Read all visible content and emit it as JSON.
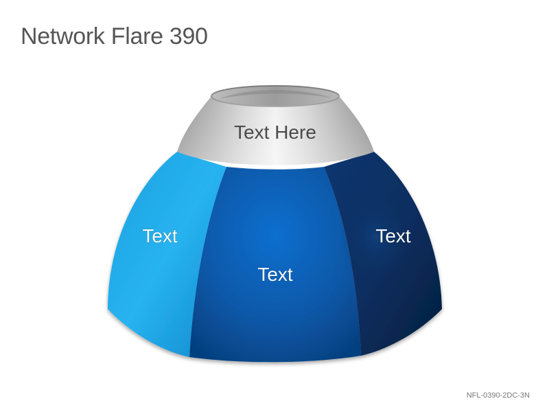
{
  "title": "Network Flare 390",
  "footer_code": "NFL-0390-2DC-3N",
  "shape": {
    "top_label": "Text Here",
    "segments": [
      {
        "label": "Text",
        "color": "#1ea8e8"
      },
      {
        "label": "Text",
        "color": "#0a5fb3"
      },
      {
        "label": "Text",
        "color": "#0b2d5c"
      }
    ],
    "cap_color": "#bdbdbd"
  }
}
